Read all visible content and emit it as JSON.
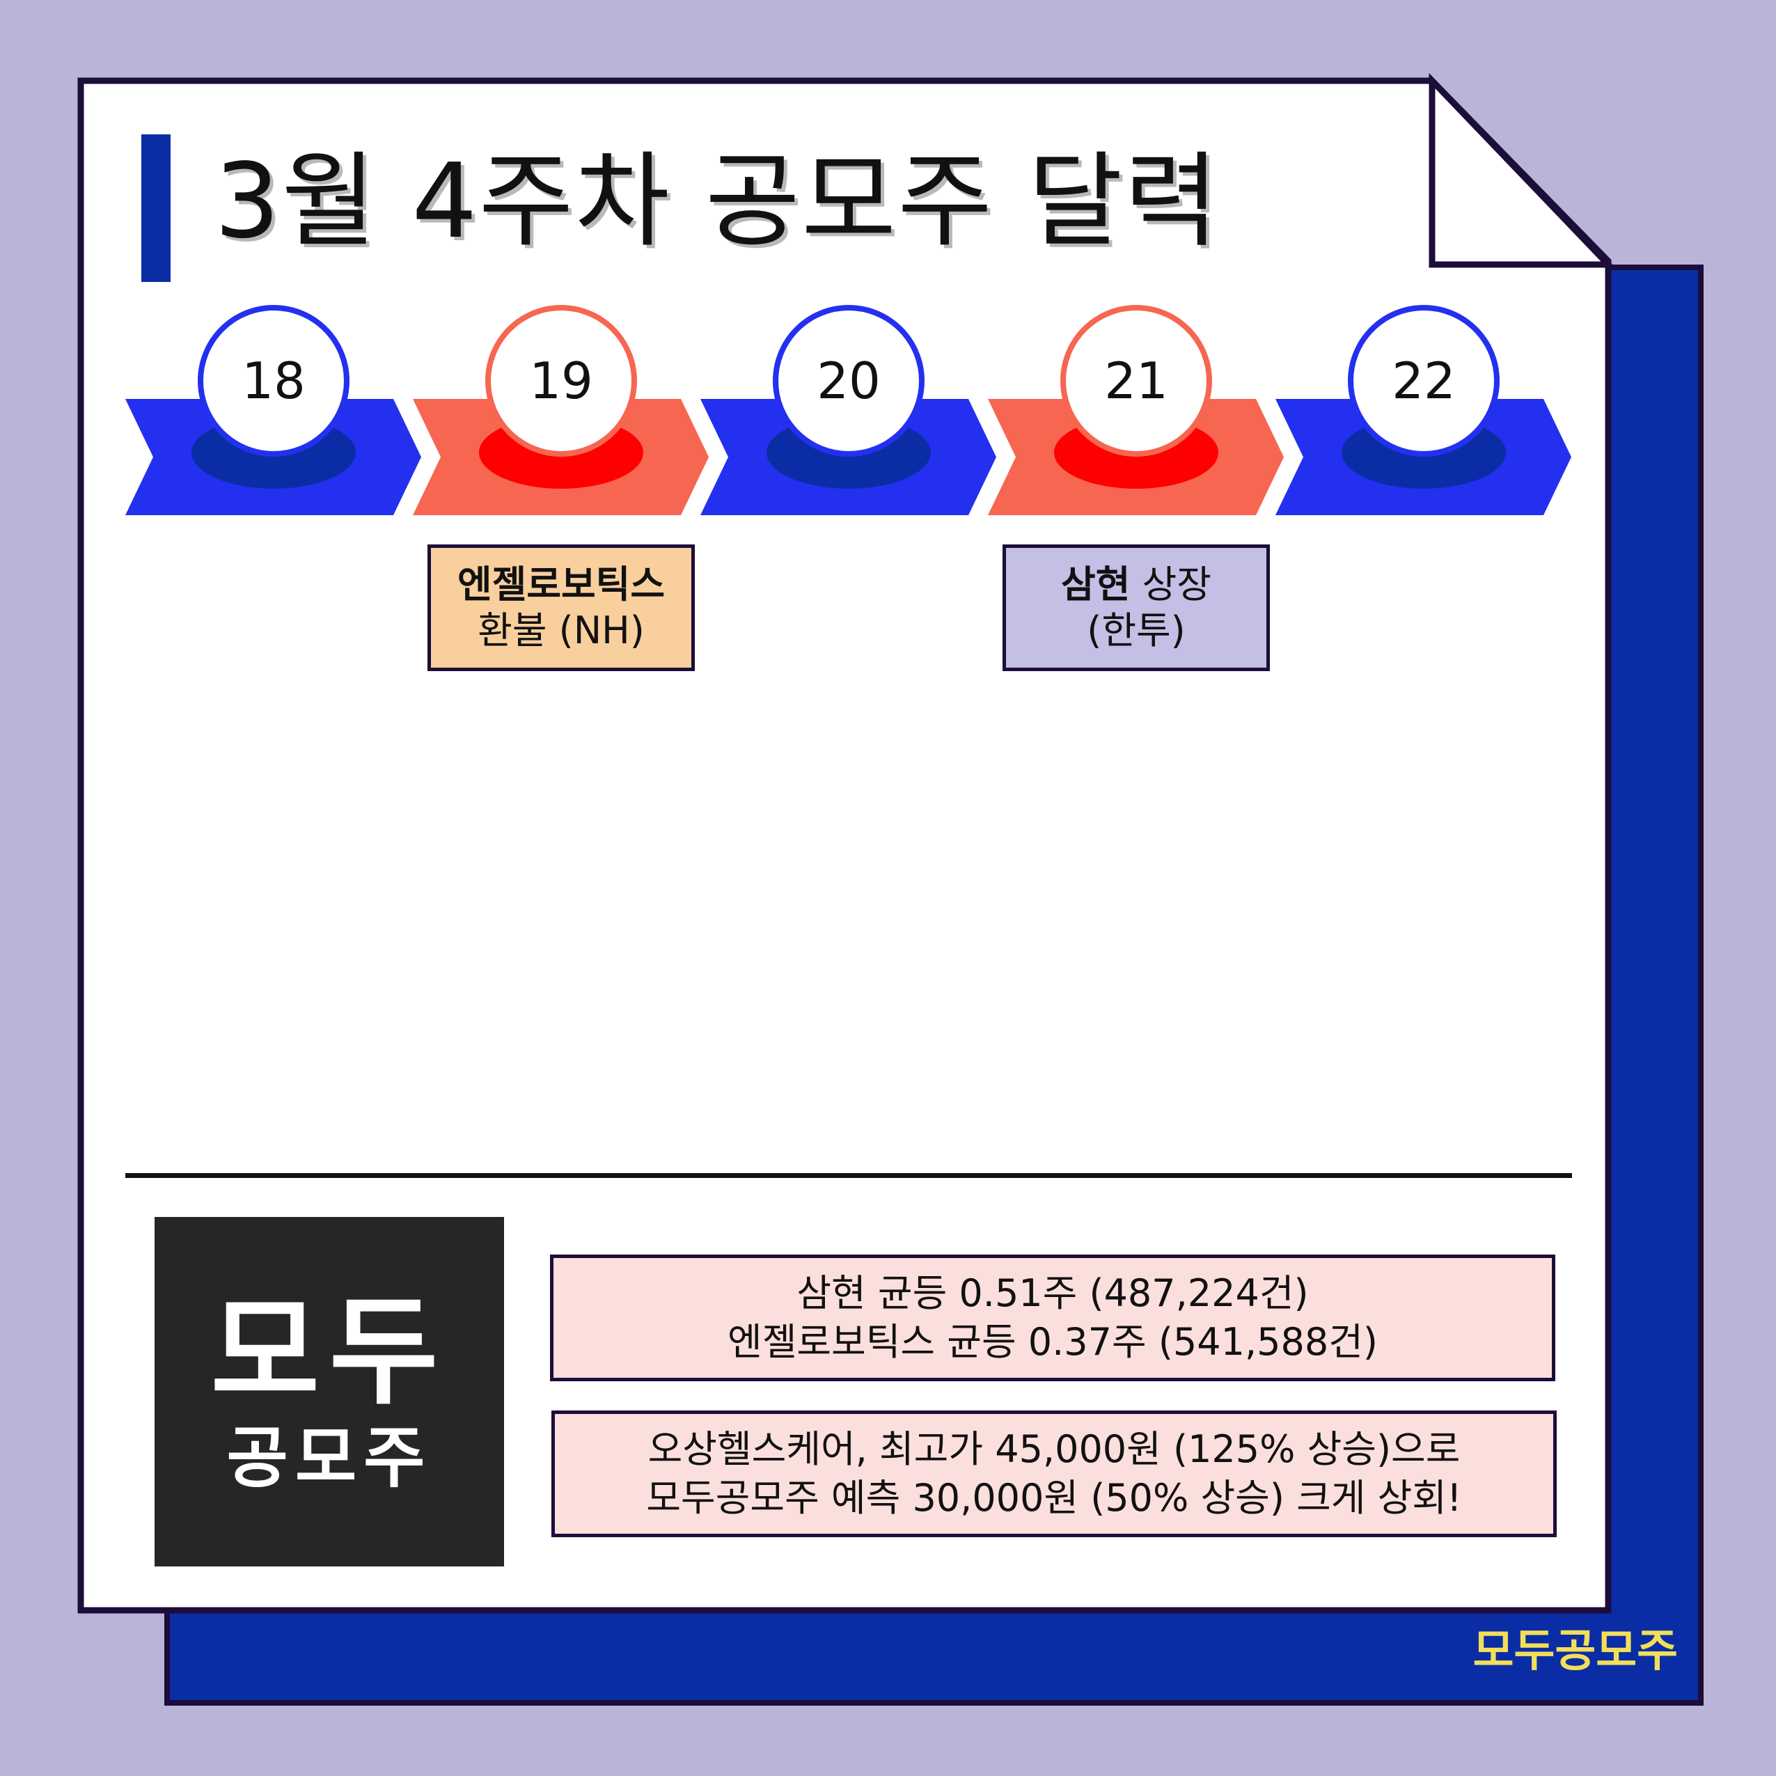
{
  "title": "3월 4주차 공모주 달력",
  "days": [
    {
      "num": "18",
      "color": "blue"
    },
    {
      "num": "19",
      "color": "red"
    },
    {
      "num": "20",
      "color": "blue"
    },
    {
      "num": "21",
      "color": "red"
    },
    {
      "num": "22",
      "color": "blue"
    }
  ],
  "events": [
    {
      "line1_bold": "엔젤로보틱스",
      "line2": "환불 (NH)"
    },
    {
      "line1_bold": "삼현",
      "line1_rest": " 상장",
      "line2": "(한투)"
    }
  ],
  "logo": {
    "big": "모두",
    "small": "공모주"
  },
  "info_boxes": [
    {
      "line1": "삼현 균등 0.51주 (487,224건)",
      "line2": "엔젤로보틱스 균등 0.37주 (541,588건)"
    },
    {
      "line1": "오상헬스케어, 최고가 45,000원 (125% 상승)으로",
      "line2": "모두공모주 예측 30,000원 (50% 상승) 크게 상회!"
    }
  ],
  "brand": "모두공모주",
  "colors": {
    "background": "#bab4d9",
    "blue": "#2430f0",
    "red": "#f66650",
    "navy": "#0a2da6",
    "outline": "#1c0d3a"
  }
}
